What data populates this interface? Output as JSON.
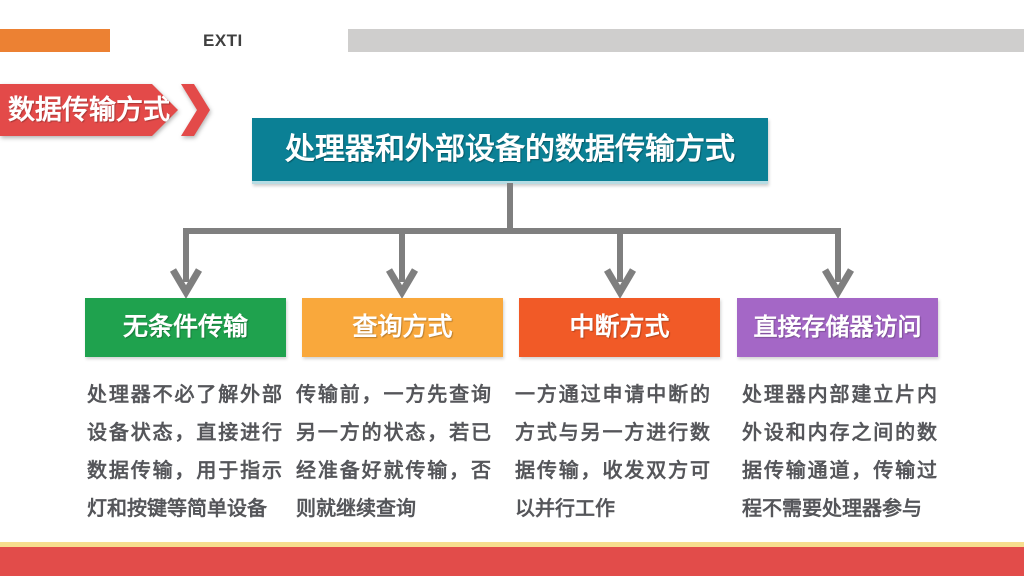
{
  "header": {
    "label": "EXTI",
    "accent_color": "#ec8133",
    "bar_color": "#cfcecd",
    "label_color": "#404040"
  },
  "banner": {
    "label": "数据传输方式",
    "color": "#e34a49"
  },
  "diagram": {
    "root": {
      "label": "处理器和外部设备的数据传输方式",
      "color": "#0b8095"
    },
    "connector_color": "#7f7f7f",
    "branches": [
      {
        "label": "无条件传输",
        "color": "#1fa24e",
        "description": "处理器不必了解外部设备状态，直接进行数据传输，用于指示灯和按键等简单设备"
      },
      {
        "label": "查询方式",
        "color": "#f9a83c",
        "description": "传输前，一方先查询另一方的状态，若已经准备好就传输，否则就继续查询"
      },
      {
        "label": "中断方式",
        "color": "#f15a27",
        "description": "一方通过申请中断的方式与另一方进行数据传输，收发双方可以并行工作"
      },
      {
        "label": "直接存储器访问",
        "color": "#a467c6",
        "description": "处理器内部建立片内外设和内存之间的数据传输通道，传输过程不需要处理器参与"
      }
    ]
  },
  "footer": {
    "gold_color": "#f7dd8e",
    "red_color": "#e24c4a"
  }
}
